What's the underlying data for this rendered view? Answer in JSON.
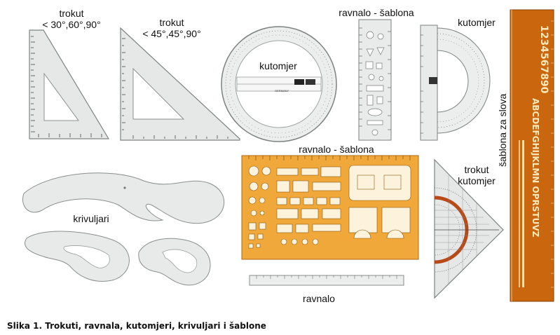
{
  "labels": {
    "trokut1_line1": "trokut",
    "trokut1_line2": "< 30°,60°,90°",
    "trokut2_line1": "trokut",
    "trokut2_line2": "< 45°,45°,90°",
    "ravnalo_sablona_top": "ravnalo - šablona",
    "kutomjer_top": "kutomjer",
    "kutomjer_round": "kutomjer",
    "sablona_za_slova": "šablona za slova",
    "ravnalo_sablona_mid": "ravnalo - šablona",
    "trokut_kutomjer_line1": "trokut",
    "trokut_kutomjer_line2": "kutomjer",
    "krivuljari": "krivuljari",
    "ravnalo": "ravnalo"
  },
  "caption": "Slika 1. Trokuti, ravnala, kutomjeri, krivuljari i šablone",
  "imprints": {
    "protractor_brand": "GERMANY",
    "stencil_letters": "ABCDEFGHIJKLMN OPRSTUVZ",
    "stencil_digits": "1234567890"
  },
  "colors": {
    "plastic": "#e8eaea",
    "plastic_edge": "#8a8e8e",
    "stencil_yellow": "#f0a83a",
    "stencil_orange": "#c9660e",
    "protractor_red": "#b84a1a"
  }
}
